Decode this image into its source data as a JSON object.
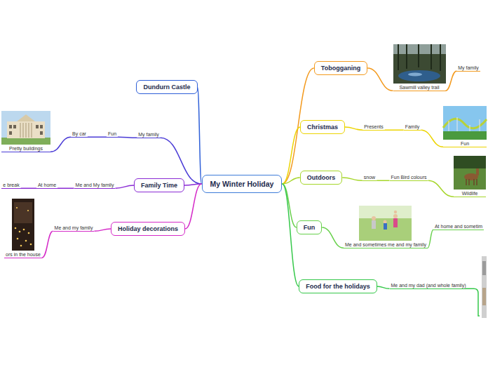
{
  "diagram": {
    "nodes": [
      {
        "text": [
          "My Winter Holiday"
        ]
      },
      {
        "text": [
          "Dundurn Castle"
        ]
      },
      {
        "text": [
          "My family"
        ]
      },
      {
        "text": [
          "Fun"
        ]
      },
      {
        "text": [
          "By car"
        ]
      },
      {
        "text": [
          "Pretty buildings"
        ]
      },
      {
        "text": [
          "Family Time"
        ]
      },
      {
        "text": [
          "Me and My family"
        ]
      },
      {
        "text": [
          "At home"
        ]
      },
      {
        "text": [
          "e break"
        ]
      },
      {
        "text": [
          "Holiday decorations"
        ]
      },
      {
        "text": [
          "Me and my family"
        ]
      },
      {
        "text": [
          "ors in the house"
        ]
      },
      {
        "text": [
          "Tobogganing"
        ]
      },
      {
        "text": [
          "Sawmill valley trail"
        ]
      },
      {
        "text": [
          "My family"
        ]
      },
      {
        "text": [
          "Christmas"
        ]
      },
      {
        "text": [
          "Presents"
        ]
      },
      {
        "text": [
          "Family"
        ]
      },
      {
        "text": [
          "Fun"
        ]
      },
      {
        "text": [
          "Outdoors"
        ]
      },
      {
        "text": [
          "snow"
        ]
      },
      {
        "text": [
          "Fun Bird colours"
        ]
      },
      {
        "text": [
          "Wildlife"
        ]
      },
      {
        "text": [
          "Fun"
        ]
      },
      {
        "text": [
          "Me and sometimes me and my family"
        ]
      },
      {
        "text": [
          "At home and sometim"
        ]
      },
      {
        "text": [
          "Food for the holidays"
        ]
      },
      {
        "text": [
          "Me and my dad (and whole family)"
        ]
      }
    ],
    "edges": [
      {
        "from": 0,
        "to": 1,
        "arrow": "none"
      },
      {
        "from": 0,
        "to": 2,
        "arrow": "none"
      },
      {
        "from": 2,
        "to": 3,
        "arrow": "none"
      },
      {
        "from": 3,
        "to": 4,
        "arrow": "none"
      },
      {
        "from": 4,
        "to": 5,
        "arrow": "none"
      },
      {
        "from": 0,
        "to": 6,
        "arrow": "none"
      },
      {
        "from": 6,
        "to": 7,
        "arrow": "none"
      },
      {
        "from": 7,
        "to": 8,
        "arrow": "none"
      },
      {
        "from": 8,
        "to": 9,
        "arrow": "none"
      },
      {
        "from": 0,
        "to": 10,
        "arrow": "none"
      },
      {
        "from": 10,
        "to": 11,
        "arrow": "none"
      },
      {
        "from": 11,
        "to": 12,
        "arrow": "none"
      },
      {
        "from": 0,
        "to": 13,
        "arrow": "none"
      },
      {
        "from": 13,
        "to": 14,
        "arrow": "none"
      },
      {
        "from": 14,
        "to": 15,
        "arrow": "none"
      },
      {
        "from": 0,
        "to": 16,
        "arrow": "none"
      },
      {
        "from": 16,
        "to": 17,
        "arrow": "none"
      },
      {
        "from": 17,
        "to": 18,
        "arrow": "none"
      },
      {
        "from": 18,
        "to": 19,
        "arrow": "none"
      },
      {
        "from": 0,
        "to": 20,
        "arrow": "none"
      },
      {
        "from": 20,
        "to": 21,
        "arrow": "none"
      },
      {
        "from": 21,
        "to": 22,
        "arrow": "none"
      },
      {
        "from": 22,
        "to": 23,
        "arrow": "none"
      },
      {
        "from": 0,
        "to": 24,
        "arrow": "none"
      },
      {
        "from": 24,
        "to": 25,
        "arrow": "none"
      },
      {
        "from": 25,
        "to": 26,
        "arrow": "none"
      },
      {
        "from": 0,
        "to": 27,
        "arrow": "none"
      },
      {
        "from": 27,
        "to": 28,
        "arrow": "none"
      }
    ]
  }
}
